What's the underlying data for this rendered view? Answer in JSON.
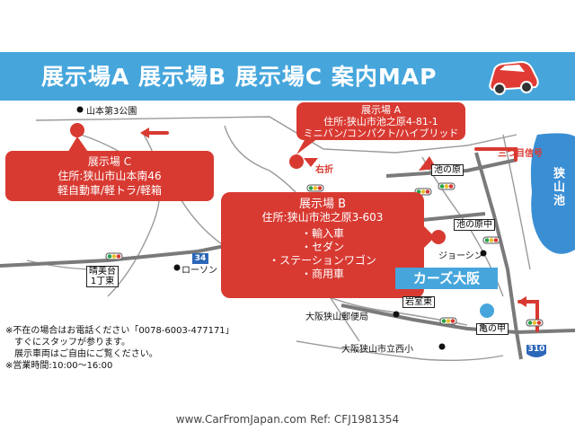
{
  "banner": {
    "title": "展示場A 展示場B 展示場C 案内MAP"
  },
  "colors": {
    "banner": "#46a6dc",
    "callout": "#d83a32",
    "water": "#3a8fd4",
    "road": "#888888"
  },
  "icons": {
    "banner": "car-icon",
    "showroom_pin": "map-pin-icon",
    "shop_marker": "dot-marker-icon"
  },
  "showroom_a": {
    "name": "展示場 A",
    "address": "住所:狭山市池之原4-81-1",
    "vehicles": "ミニバン/コンパクト/ハイブリッド"
  },
  "showroom_b": {
    "name": "展示場 B",
    "address": "住所:狭山市池之原3-603",
    "vehicles": [
      "・輸入車",
      "・セダン",
      "・ステーションワゴン",
      "・商用車"
    ]
  },
  "showroom_c": {
    "name": "展示場 C",
    "address": "住所:狭山市山本南46",
    "vehicles": "軽自動車/軽トラ/軽箱"
  },
  "map": {
    "pond": "狭山池",
    "shop": "カーズ大阪",
    "turn_right": "右折",
    "third_signal": "三つ目信号",
    "landmarks": {
      "yamamoto_park": "山本第3公園",
      "lawson": "ローソン",
      "joshin": "ジョーシン",
      "post_office": "大阪狭山郵便局",
      "school": "大阪狭山市立西小"
    },
    "intersections": {
      "ikenohara": "池の原",
      "ikenohara_naka": "池の原中",
      "iwamuro_higashi": "岩室東",
      "kame_no_ko": "亀の甲",
      "seibidai": "晴美台\n1丁東"
    },
    "routes": {
      "r34": "34",
      "r310": "310"
    }
  },
  "notes": [
    "※不在の場合はお電話ください「0078-6003-477171」",
    "　すぐにスタッフが参ります。",
    "　展示車両はご自由にご覧ください。",
    "※営業時間:10:00～16:00"
  ],
  "footer": "www.CarFromJapan.com Ref: CFJ1981354"
}
